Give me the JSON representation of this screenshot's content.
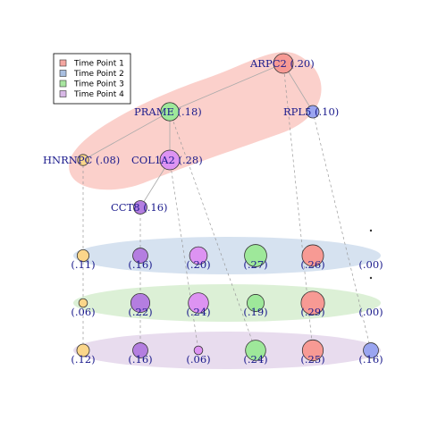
{
  "legend": {
    "items": [
      {
        "label": "Time Point 1",
        "color": "#f4a6a0"
      },
      {
        "label": "Time Point 2",
        "color": "#a9bfe0"
      },
      {
        "label": "Time Point 3",
        "color": "#a8e6a0"
      },
      {
        "label": "Time Point 4",
        "color": "#d8b8e6"
      }
    ]
  },
  "colors": {
    "band_1": "#fbd0cb",
    "band_2": "#d6e2f0",
    "band_3": "#dcf0d6",
    "band_4": "#e8dcee",
    "label_text": "#1a1a8c",
    "edge": "#aaaaaa"
  },
  "tree_nodes": [
    {
      "id": "ARPC2",
      "name": "ARPC2",
      "value": ".20",
      "color": "#f79a94"
    },
    {
      "id": "PRAME",
      "name": "PRAME",
      "value": ".18",
      "color": "#9ee89a"
    },
    {
      "id": "RPL5",
      "name": "RPL5",
      "value": ".10",
      "color": "#9aa5f0"
    },
    {
      "id": "HNRNPC",
      "name": "HNRNPC",
      "value": ".08",
      "color": "#fbd68a"
    },
    {
      "id": "COL1A2",
      "name": "COL1A2",
      "value": ".28",
      "color": "#dd93f2"
    },
    {
      "id": "CCT8",
      "name": "CCT8",
      "value": ".16",
      "color": "#b47ee0"
    }
  ],
  "tree_edges": [
    [
      "ARPC2",
      "PRAME"
    ],
    [
      "ARPC2",
      "RPL5"
    ],
    [
      "PRAME",
      "HNRNPC"
    ],
    [
      "PRAME",
      "COL1A2"
    ],
    [
      "COL1A2",
      "CCT8"
    ]
  ],
  "columns": [
    {
      "id": "HNRNPC",
      "color": "#fbd68a"
    },
    {
      "id": "CCT8",
      "color": "#b47ee0"
    },
    {
      "id": "COL1A2",
      "color": "#dd93f2"
    },
    {
      "id": "PRAME",
      "color": "#9ee89a"
    },
    {
      "id": "ARPC2",
      "color": "#f79a94"
    },
    {
      "id": "RPL5",
      "color": "#9aa5f0"
    }
  ],
  "time_rows": [
    {
      "name": "Time Point 2",
      "values": [
        ".11",
        ".16",
        ".20",
        ".27",
        ".26",
        ".00"
      ]
    },
    {
      "name": "Time Point 3",
      "values": [
        ".06",
        ".22",
        ".24",
        ".19",
        ".29",
        ".00"
      ]
    },
    {
      "name": "Time Point 4",
      "values": [
        ".12",
        ".16",
        ".06",
        ".24",
        ".25",
        ".16"
      ]
    }
  ]
}
